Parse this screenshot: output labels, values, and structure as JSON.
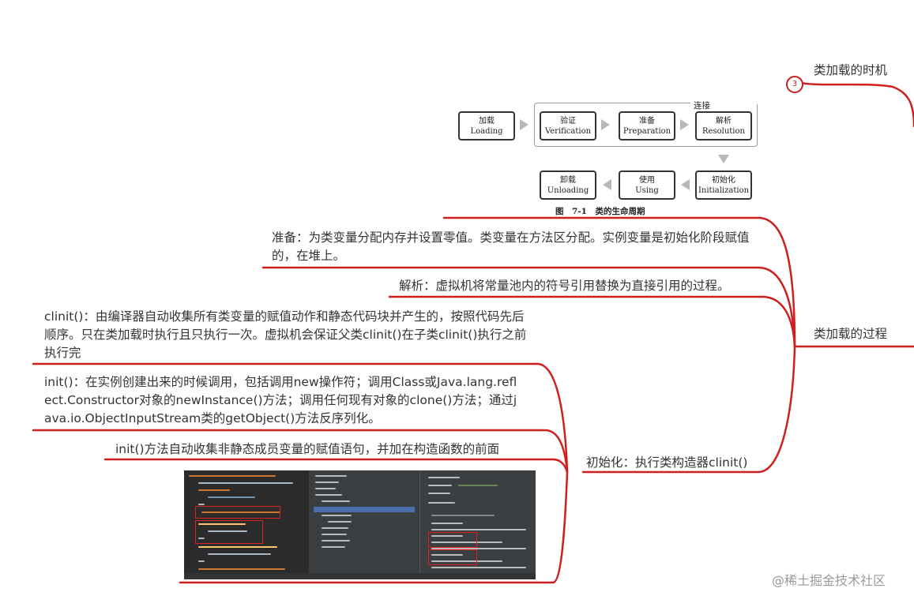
{
  "mindmap": {
    "branch_timing": {
      "badge": "3",
      "label": "类加载的时机"
    },
    "branch_process": {
      "label": "类加载的过程"
    },
    "prepare_note": "准备：为类变量分配内存并设置零值。类变量在方法区分配。实例变量是初始化阶段赋值的，在堆上。",
    "resolve_note": "解析：虚拟机将常量池内的符号引用替换为直接引用的过程。",
    "init_node": "初始化：执行类构造器clinit()",
    "clinit_note": "clinit()：由编译器自动收集所有类变量的赋值动作和静态代码块并产生的，按照代码先后顺序。只在类加载时执行且只执行一次。虚拟机会保证父类clinit()在子类clinit()执行之前执行完",
    "init_note": "init()：在实例创建出来的时候调用，包括调用new操作符；调用Class或Java.lang.reflect.Constructor对象的newInstance()方法；调用任何现有对象的clone()方法；通过java.io.ObjectInputStream类的getObject()方法反序列化。",
    "init_collect_note": "init()方法自动收集非静态成员变量的赋值语句，并加在构造函数的前面"
  },
  "lifecycle_figure": {
    "group_title": "连接（Linking）",
    "caption": "图　7-1　类的生命周期",
    "boxes": {
      "loading": {
        "zh": "加载",
        "en": "Loading"
      },
      "verification": {
        "zh": "验证",
        "en": "Verification"
      },
      "preparation": {
        "zh": "准备",
        "en": "Preparation"
      },
      "resolution": {
        "zh": "解析",
        "en": "Resolution"
      },
      "initialization": {
        "zh": "初始化",
        "en": "Initialization"
      },
      "using": {
        "zh": "使用",
        "en": "Using"
      },
      "unloading": {
        "zh": "卸载",
        "en": "Unloading"
      }
    }
  },
  "watermark": "@稀土掘金技术社区",
  "colors": {
    "branch": "#d01f1f",
    "text": "#333333",
    "watermark": "#9a9a9a"
  }
}
